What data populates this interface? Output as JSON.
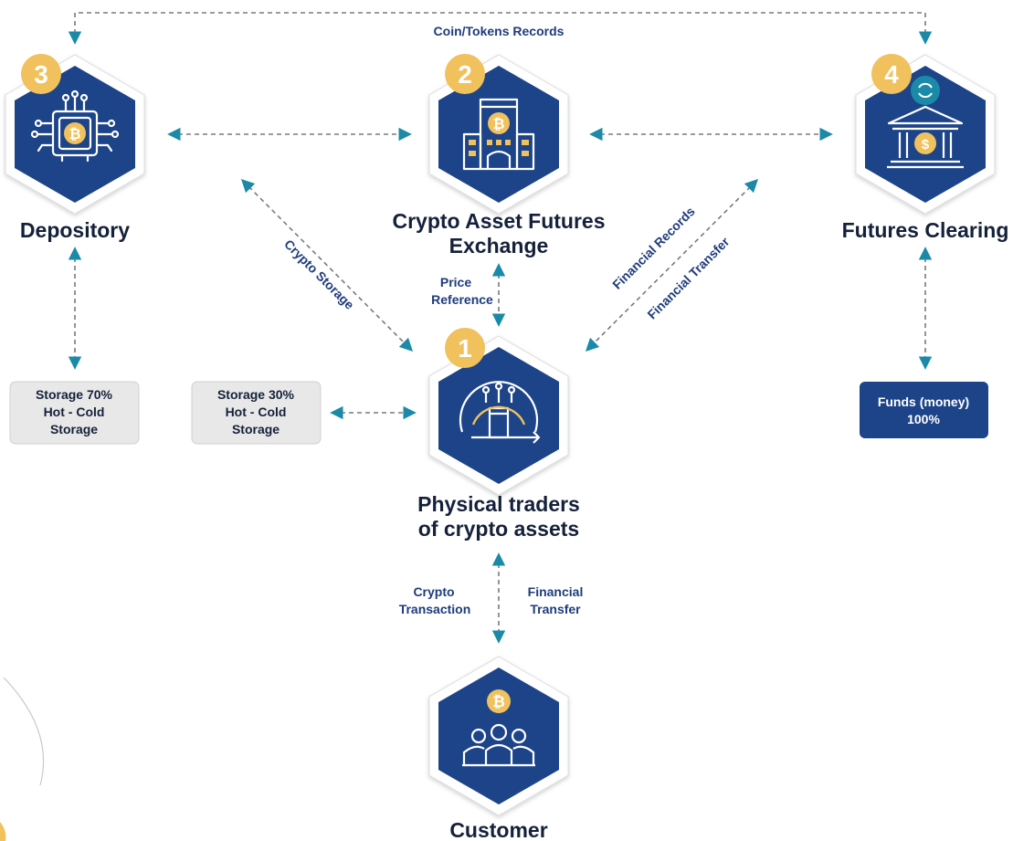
{
  "nodes": {
    "depository": {
      "badge": "3",
      "title": "Depository"
    },
    "exchange": {
      "badge": "2",
      "title_line1": "Crypto Asset Futures",
      "title_line2": "Exchange"
    },
    "clearing": {
      "badge": "4",
      "title": "Futures Clearing"
    },
    "traders": {
      "badge": "1",
      "title_line1": "Physical traders",
      "title_line2": "of crypto assets"
    },
    "customer": {
      "title": "Customer"
    }
  },
  "edges": {
    "coin_tokens_records": "Coin/Tokens Records",
    "crypto_storage": "Crypto Storage",
    "price_reference_line1": "Price",
    "price_reference_line2": "Reference",
    "financial_records": "Financial Records",
    "financial_transfer_diag": "Financial Transfer",
    "crypto_transaction_line1": "Crypto",
    "crypto_transaction_line2": "Transaction",
    "financial_transfer_line1": "Financial",
    "financial_transfer_line2": "Transfer"
  },
  "boxes": {
    "storage70": {
      "line1": "Storage 70%",
      "line2": "Hot - Cold",
      "line3": "Storage"
    },
    "storage30": {
      "line1": "Storage 30%",
      "line2": "Hot - Cold",
      "line3": "Storage"
    },
    "funds": {
      "line1": "Funds (money)",
      "line2": "100%"
    }
  },
  "colors": {
    "hex_fill": "#1d4489",
    "badge": "#f0c15c",
    "arrow": "#1b8aa8",
    "box_gray": "#e8e8e8",
    "box_navy": "#1d4489"
  }
}
